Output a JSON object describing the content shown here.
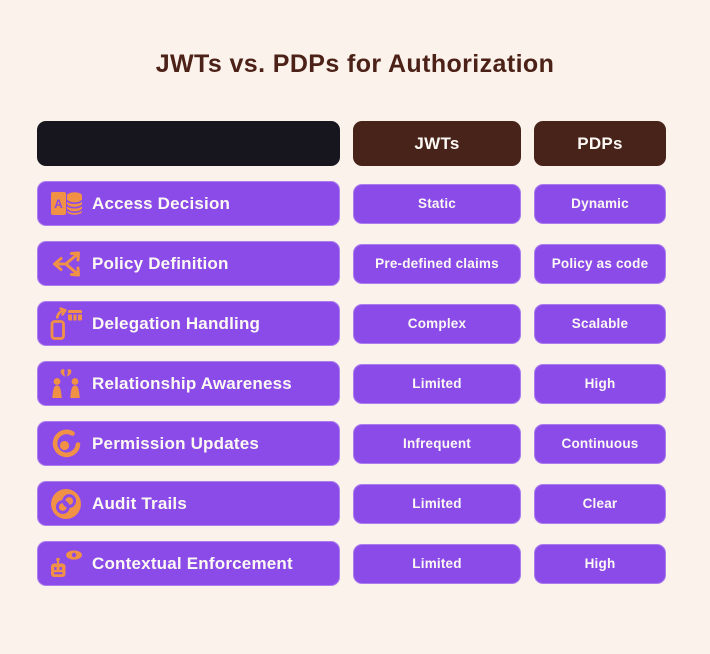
{
  "title": "JWTs vs. PDPs for Authorization",
  "colors": {
    "background": "#FAF2EB",
    "purple": "#8B4BE8",
    "brown": "#47231A",
    "black": "#17161E",
    "orange": "#F09146",
    "title_text": "#4C2117",
    "light_text": "#FCF8F4"
  },
  "header": {
    "feature_column_label": "",
    "jwts_label": "JWTs",
    "pdps_label": "PDPs"
  },
  "rows": [
    {
      "feature": "Access Decision",
      "icon": "access-database-icon",
      "jwt": "Static",
      "pdp": "Dynamic"
    },
    {
      "feature": "Policy Definition",
      "icon": "split-arrows-icon",
      "jwt": "Pre-defined claims",
      "pdp": "Policy as code"
    },
    {
      "feature": "Delegation Handling",
      "icon": "phone-transfer-icon",
      "jwt": "Complex",
      "pdp": "Scalable"
    },
    {
      "feature": "Relationship Awareness",
      "icon": "people-broken-heart-icon",
      "jwt": "Limited",
      "pdp": "High"
    },
    {
      "feature": "Permission Updates",
      "icon": "circular-motion-icon",
      "jwt": "Infrequent",
      "pdp": "Continuous"
    },
    {
      "feature": "Audit Trails",
      "icon": "interlocked-loops-icon",
      "jwt": "Limited",
      "pdp": "Clear"
    },
    {
      "feature": "Contextual Enforcement",
      "icon": "robot-eye-icon",
      "jwt": "Limited",
      "pdp": "High"
    }
  ]
}
